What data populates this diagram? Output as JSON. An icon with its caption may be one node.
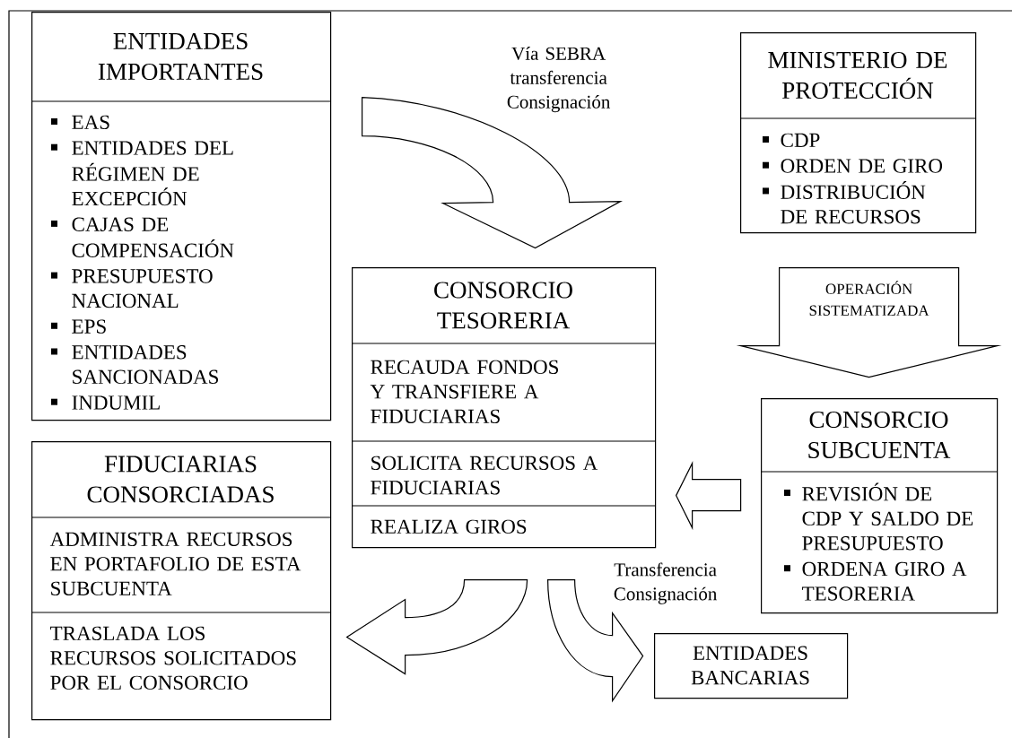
{
  "diagram": {
    "nodes": [
      {
        "text": [
          "ENTIDADES IMPORTANTES",
          "EAS",
          "ENTIDADES DEL RÉGIMEN DE EXCEPCIÓN",
          "CAJAS DE COMPENSACIÓN",
          "PRESUPUESTO NACIONAL",
          "EPS",
          "ENTIDADES SANCIONADAS",
          "INDUMIL"
        ]
      },
      {
        "text": [
          "MINISTERIO DE PROTECCIÓN",
          "CDP",
          "ORDEN DE GIRO",
          "DISTRIBUCIÓN DE RECURSOS"
        ]
      },
      {
        "text": [
          "CONSORCIO TESORERIA",
          "RECAUDA FONDOS Y TRANSFIERE A FIDUCIARIAS",
          "SOLICITA RECURSOS A FIDUCIARIAS",
          "REALIZA GIROS"
        ]
      },
      {
        "text": [
          "CONSORCIO SUBCUENTA",
          "REVISIÓN DE CDP Y SALDO DE PRESUPUESTO",
          "ORDENA GIRO A TESORERIA"
        ]
      },
      {
        "text": [
          "FIDUCIARIAS CONSORCIADAS",
          "ADMINISTRA RECURSOS EN PORTAFOLIO DE ESTA SUBCUENTA",
          "TRASLADA LOS RECURSOS SOLICITADOS POR EL CONSORCIO"
        ]
      },
      {
        "text": [
          "ENTIDADES BANCARIAS"
        ]
      }
    ],
    "edges": [
      {
        "from": 0,
        "to": 2,
        "arrow": "to",
        "label": "Vía SEBRA transferencia Consignación"
      },
      {
        "from": 1,
        "to": 3,
        "arrow": "to",
        "label": "OPERACIÓN SISTEMATIZADA"
      },
      {
        "from": 3,
        "to": 2,
        "arrow": "to"
      },
      {
        "from": 2,
        "to": 4,
        "arrow": "to"
      },
      {
        "from": 2,
        "to": 5,
        "arrow": "to",
        "label": "Transferencia Consignación"
      }
    ]
  }
}
